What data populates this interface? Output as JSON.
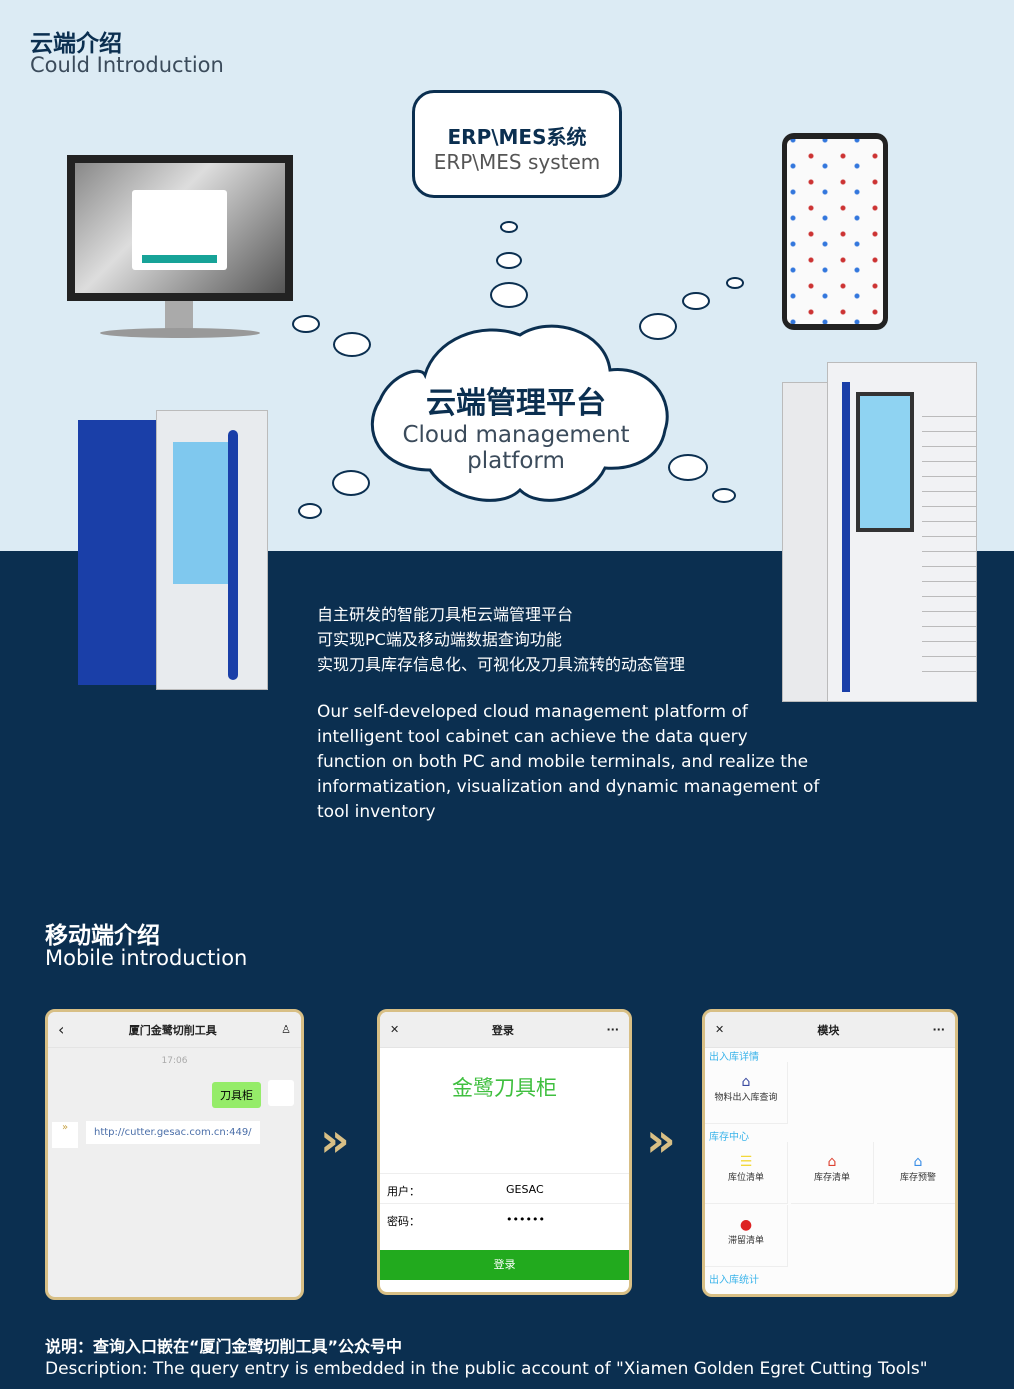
{
  "cloud_intro": {
    "title_cn": "云端介绍",
    "title_en": "Could Introduction"
  },
  "erp": {
    "cn": "ERP\\MES系统",
    "en": "ERP\\MES system"
  },
  "cloud": {
    "cn": "云端管理平台",
    "en1": "Cloud management",
    "en2": "platform"
  },
  "description_cn": [
    "自主研发的智能刀具柜云端管理平台",
    "可实现PC端及移动端数据查询功能",
    "实现刀具库存信息化、可视化及刀具流转的动态管理"
  ],
  "description_en": [
    "Our self-developed cloud management platform of",
    "intelligent tool cabinet can achieve the data query",
    "function on both PC and mobile terminals, and realize the",
    "informatization, visualization and dynamic management of",
    "tool inventory"
  ],
  "mobile_intro": {
    "title_cn": "移动端介绍",
    "title_en": "Mobile introduction"
  },
  "phone1": {
    "title": "厦门金鹭切削工具",
    "time": "17:06",
    "message": "刀具柜",
    "link": "http://cutter.gesac.com.cn:449/"
  },
  "phone2": {
    "title": "登录",
    "brand": "金鹭刀具柜",
    "user_label": "用户：",
    "user_value": "GESAC",
    "pwd_label": "密码：",
    "pwd_value": "••••••",
    "login_button": "登录"
  },
  "phone3": {
    "title": "模块",
    "sections": [
      "出入库详情",
      "库存中心",
      "出入库统计"
    ],
    "items": [
      "物料出入库查询",
      "库位清单",
      "库存清单",
      "库存预警",
      "滞留清单"
    ]
  },
  "note": {
    "cn": "说明：查询入口嵌在“厦门金鹭切削工具”公众号中",
    "en": "Description: The query entry is embedded in the public account of \"Xiamen Golden Egret Cutting Tools\""
  },
  "colors": {
    "navy": "#0b2f50",
    "light": "#dcebf4",
    "gold": "#d8bf85",
    "green": "#22aa1e"
  }
}
